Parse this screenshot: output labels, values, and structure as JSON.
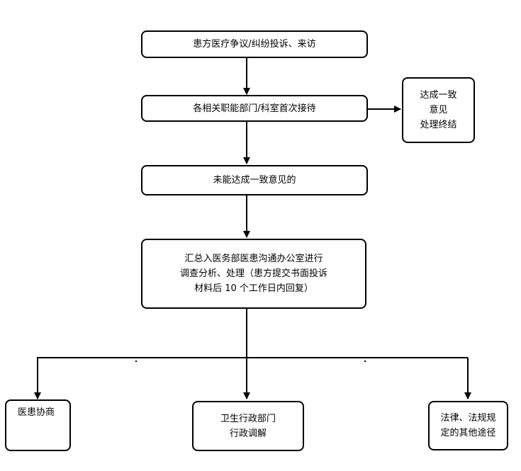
{
  "nodes": {
    "complaint": [
      "患方医疗争议/纠纷投诉、来访"
    ],
    "first_reception": [
      "各相关职能部门/科室首次接待"
    ],
    "resolved": [
      "达成一致",
      "意见",
      "处理终结"
    ],
    "not_agreed": [
      "未能达成一致意见的"
    ],
    "summary": [
      "汇总入医务部医患沟通办公室进行",
      "调查分析、处理（患方提交书面投诉",
      "材料后 10 个工作日内回复）"
    ],
    "negotiation": [
      "医患协商"
    ],
    "mediation": [
      "卫生行政部门",
      "行政调解"
    ],
    "legal": [
      "法律、法规规",
      "定的其他途径"
    ]
  }
}
